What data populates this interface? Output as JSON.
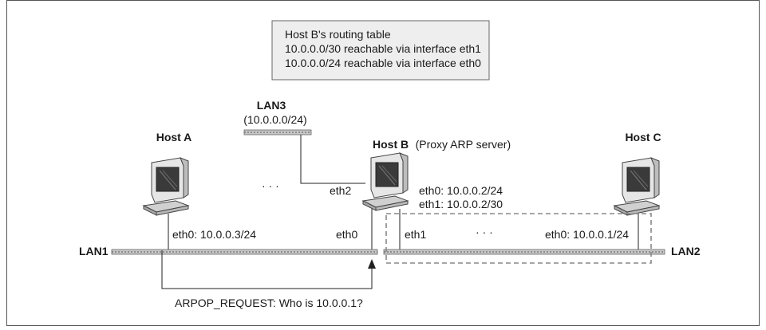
{
  "routing_table": {
    "title": "Host B's routing table",
    "lines": [
      "10.0.0.0/30 reachable via interface eth1",
      "10.0.0.0/24 reachable via interface eth0"
    ]
  },
  "lan3": {
    "name": "LAN3",
    "subnet": "(10.0.0.0/24)"
  },
  "host_a": {
    "name": "Host A",
    "iface": "eth0: 10.0.0.3/24"
  },
  "host_b": {
    "name": "Host B",
    "role": "(Proxy ARP server)",
    "eth2": "eth2",
    "eth0_label": "eth0",
    "eth1_label": "eth1",
    "eth0_addr": "eth0: 10.0.0.2/24",
    "eth1_addr": "eth1: 10.0.0.2/30"
  },
  "host_c": {
    "name": "Host C",
    "iface": "eth0: 10.0.0.1/24"
  },
  "lan1": {
    "name": "LAN1"
  },
  "lan2": {
    "name": "LAN2"
  },
  "ellipsis": "· · ·",
  "arp_request": "ARPOP_REQUEST: Who is 10.0.0.1?",
  "colors": {
    "border": "#555555",
    "box_fill": "#eeeeee",
    "lan_fill": "#c8c8c8",
    "line": "#222222",
    "dashed": "#888888"
  }
}
